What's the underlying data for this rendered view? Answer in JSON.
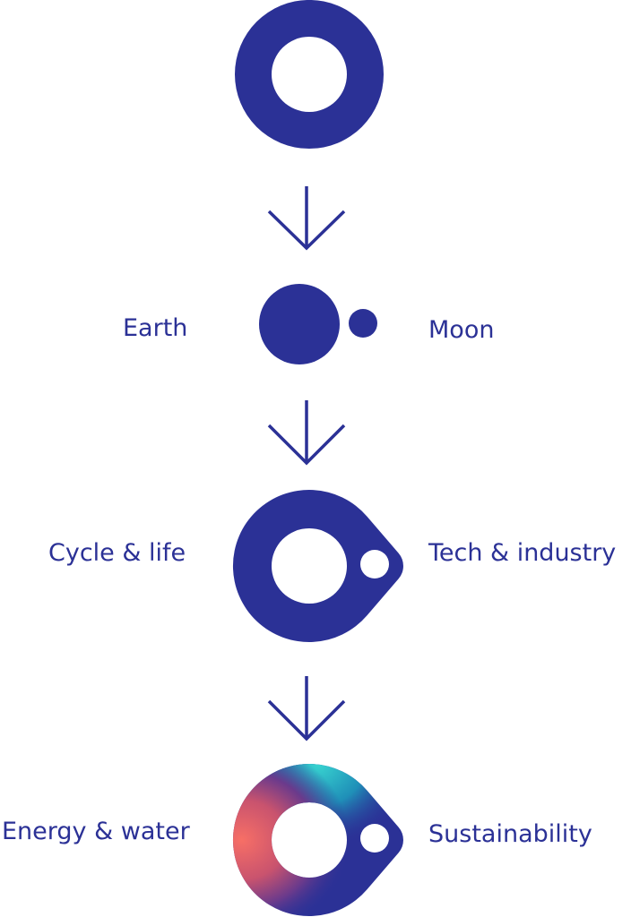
{
  "colors": {
    "primary": "#2b3196",
    "coral": "#f76f66",
    "cyan": "#38d4d0",
    "magenta": "#b0417a"
  },
  "stages": [
    {
      "id": "origin",
      "left": "",
      "right": ""
    },
    {
      "id": "earth-moon",
      "left": "Earth",
      "right": "Moon"
    },
    {
      "id": "logo",
      "left": "Cycle & life",
      "right": "Tech & industry"
    },
    {
      "id": "logo-gradient",
      "left": "Energy & water",
      "right": "Sustainability"
    }
  ]
}
